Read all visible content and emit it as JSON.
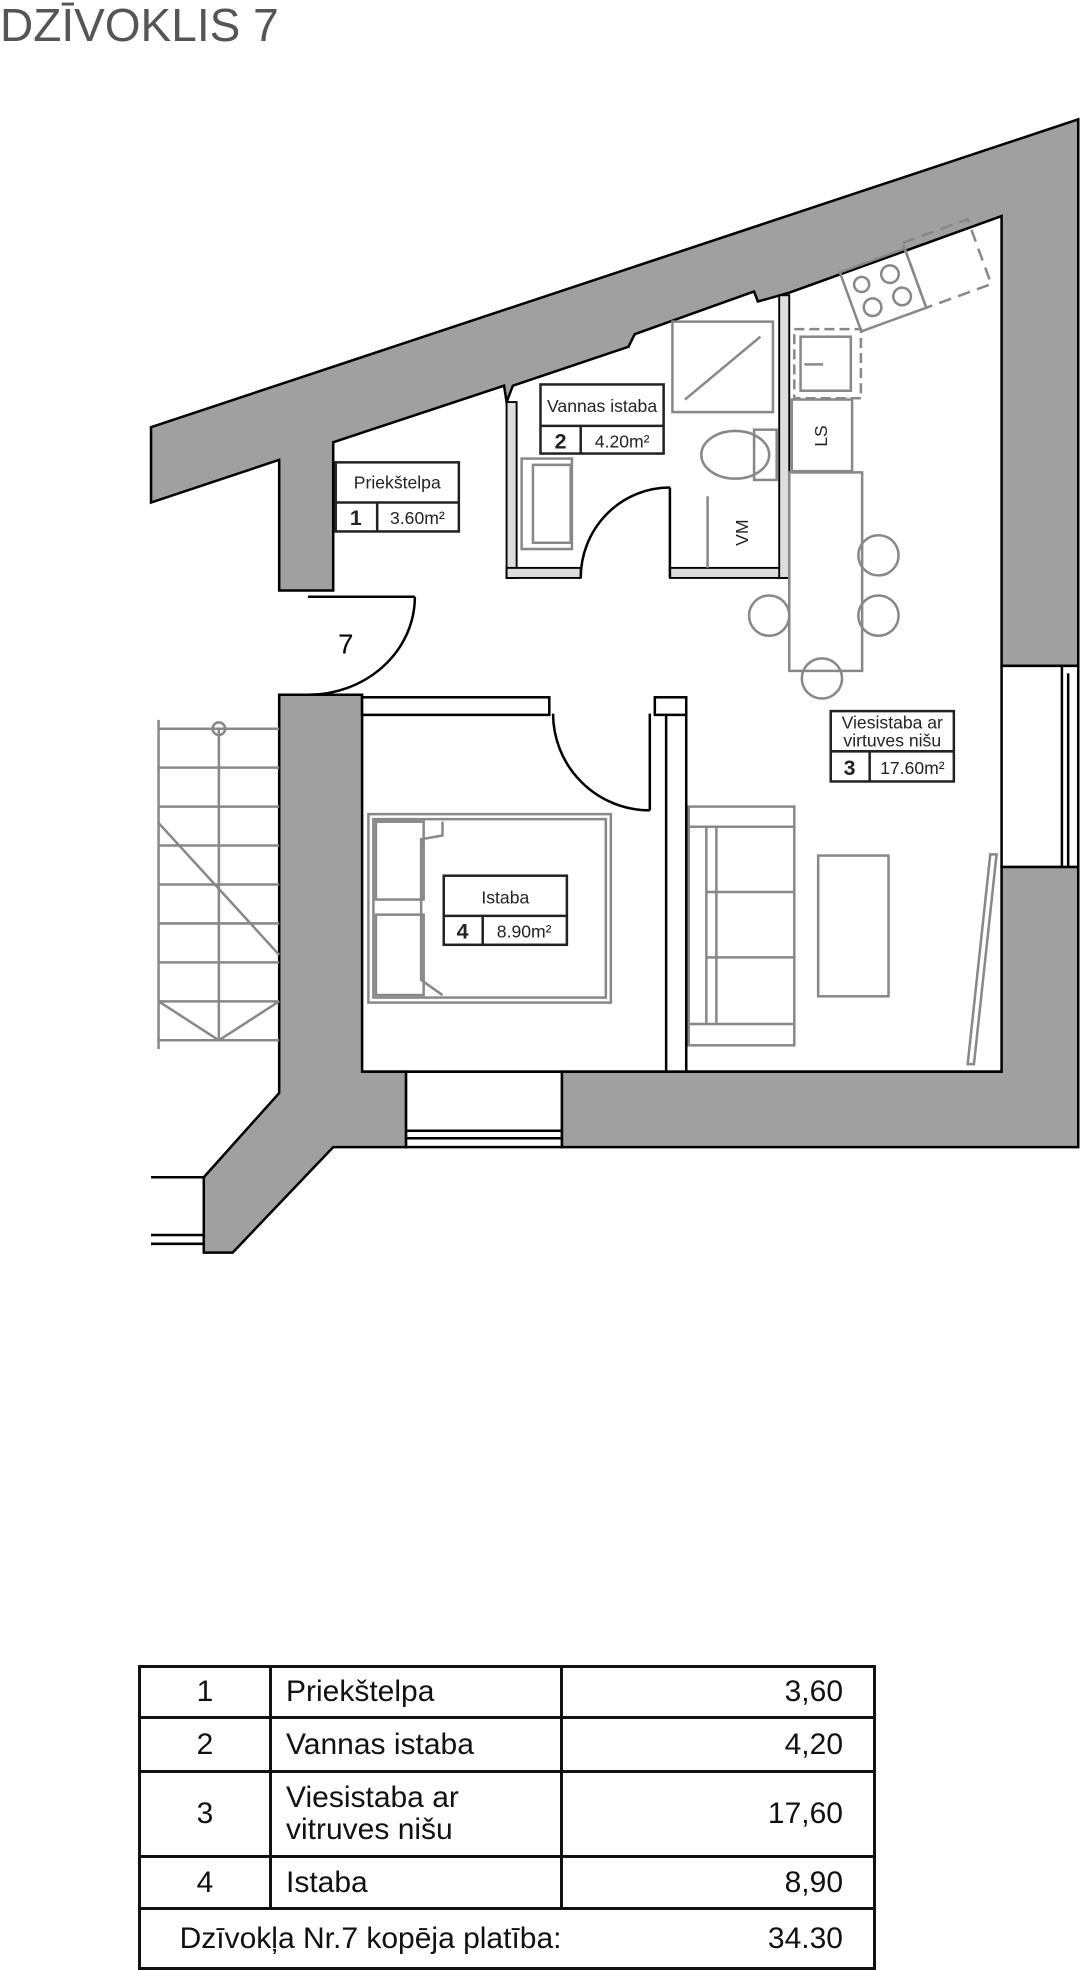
{
  "title": "DZĪVOKLIS 7",
  "plan": {
    "apartment_number": "7",
    "rooms": [
      {
        "name": "Priekštelpa",
        "num": "1",
        "area": "3.60m²"
      },
      {
        "name": "Vannas istaba",
        "num": "2",
        "area": "4.20m²"
      },
      {
        "name_line1": "Viesistaba ar",
        "name_line2": "virtuves nišu",
        "num": "3",
        "area": "17.60m²"
      },
      {
        "name": "Istaba",
        "num": "4",
        "area": "8.90m²"
      }
    ],
    "fixture_labels": {
      "washing_machine": "VM",
      "dishwasher": "LS"
    }
  },
  "table": {
    "rows": [
      {
        "num": "1",
        "name": "Priekštelpa",
        "area": "3,60"
      },
      {
        "num": "2",
        "name": "Vannas istaba",
        "area": "4,20"
      },
      {
        "num": "3",
        "name_line1": "Viesistaba ar",
        "name_line2": "vitruves nišu",
        "area": "17,60"
      },
      {
        "num": "4",
        "name": "Istaba",
        "area": "8,90"
      }
    ],
    "total_label": "Dzīvokļa Nr.7 kopēja platība:",
    "total_value": "34.30"
  },
  "colors": {
    "wall": "#a0a0a0",
    "furniture": "#888888",
    "title": "#555555"
  }
}
